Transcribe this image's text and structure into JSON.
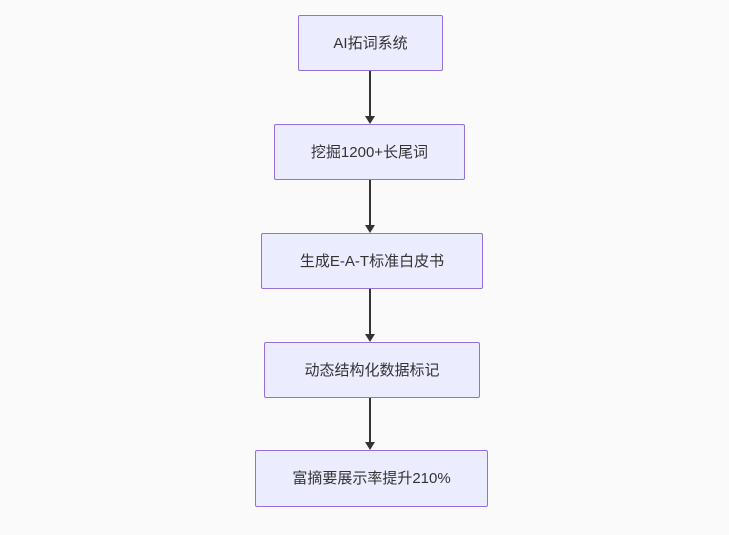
{
  "diagram": {
    "type": "flowchart",
    "direction": "top-to-bottom",
    "colors": {
      "background": "#fafafa",
      "node_fill": "#ececff",
      "node_border": "#9370db",
      "text": "#333333",
      "arrow": "#333333"
    },
    "nodes": [
      {
        "label": "AI拓词系统"
      },
      {
        "label": "挖掘1200+长尾词"
      },
      {
        "label": "生成E-A-T标准白皮书"
      },
      {
        "label": "动态结构化数据标记"
      },
      {
        "label": "富摘要展示率提升210%"
      }
    ],
    "edges": [
      {
        "from": 0,
        "to": 1
      },
      {
        "from": 1,
        "to": 2
      },
      {
        "from": 2,
        "to": 3
      },
      {
        "from": 3,
        "to": 4
      }
    ]
  }
}
